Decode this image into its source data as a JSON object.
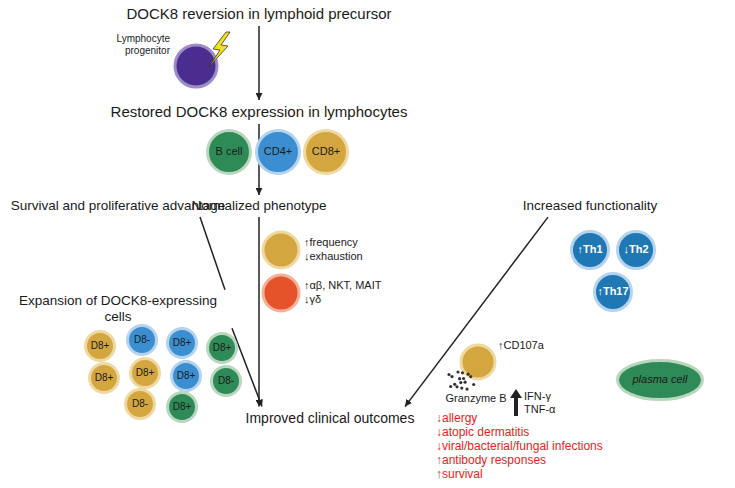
{
  "diagram": {
    "nodes": [
      {
        "text": [
          "DOCK8 reversion in lymphoid precursor"
        ]
      },
      {
        "text": [
          "Restored DOCK8 expression in lymphocytes"
        ]
      },
      {
        "text": [
          "B cell"
        ]
      },
      {
        "text": [
          "CD4+"
        ]
      },
      {
        "text": [
          "CD8+"
        ]
      },
      {
        "text": [
          "Survival and proliferative advantage"
        ]
      },
      {
        "text": [
          "Normalized phenotype"
        ]
      },
      {
        "text": [
          "Increased functionality"
        ]
      },
      {
        "text": [
          "Expansion of DOCK8-expressing cells"
        ]
      },
      {
        "text": [
          "D8+"
        ]
      },
      {
        "text": [
          "D8-"
        ]
      },
      {
        "text": [
          "D8+"
        ]
      },
      {
        "text": [
          "D8+"
        ]
      },
      {
        "text": [
          "D8+"
        ]
      },
      {
        "text": [
          "D8+"
        ]
      },
      {
        "text": [
          "D8+"
        ]
      },
      {
        "text": [
          "D8-"
        ]
      },
      {
        "text": [
          "D8-"
        ]
      },
      {
        "text": [
          "D8+"
        ]
      },
      {
        "text": [
          "↑Th1"
        ]
      },
      {
        "text": [
          "↓Th2"
        ]
      },
      {
        "text": [
          "↑Th17"
        ]
      },
      {
        "text": [
          "plasma cell"
        ]
      },
      {
        "text": [
          "Improved clinical outcomes"
        ]
      }
    ],
    "edges": [
      {
        "from": 0,
        "to": 1,
        "arrow": "to"
      },
      {
        "from": 1,
        "to": 6,
        "arrow": "to"
      },
      {
        "from": 5,
        "to": 8,
        "arrow": "none"
      },
      {
        "from": 6,
        "to": 23,
        "arrow": "to"
      },
      {
        "from": 8,
        "to": 23,
        "arrow": "to"
      },
      {
        "from": 7,
        "to": 23,
        "arrow": "to"
      }
    ],
    "labels": [
      "Lymphocyte progenitor",
      "↑frequency",
      "↓exhaustion",
      "↑αβ, NKT, MAIT",
      "↓γδ",
      "↑CD107a",
      "Granzyme B",
      "IFN-γ",
      "TNF-α",
      "↓allergy",
      "↓atopic dermatitis",
      "↓viral/bacterial/fungal infections",
      "↑antibody responses",
      "↑survival"
    ]
  }
}
